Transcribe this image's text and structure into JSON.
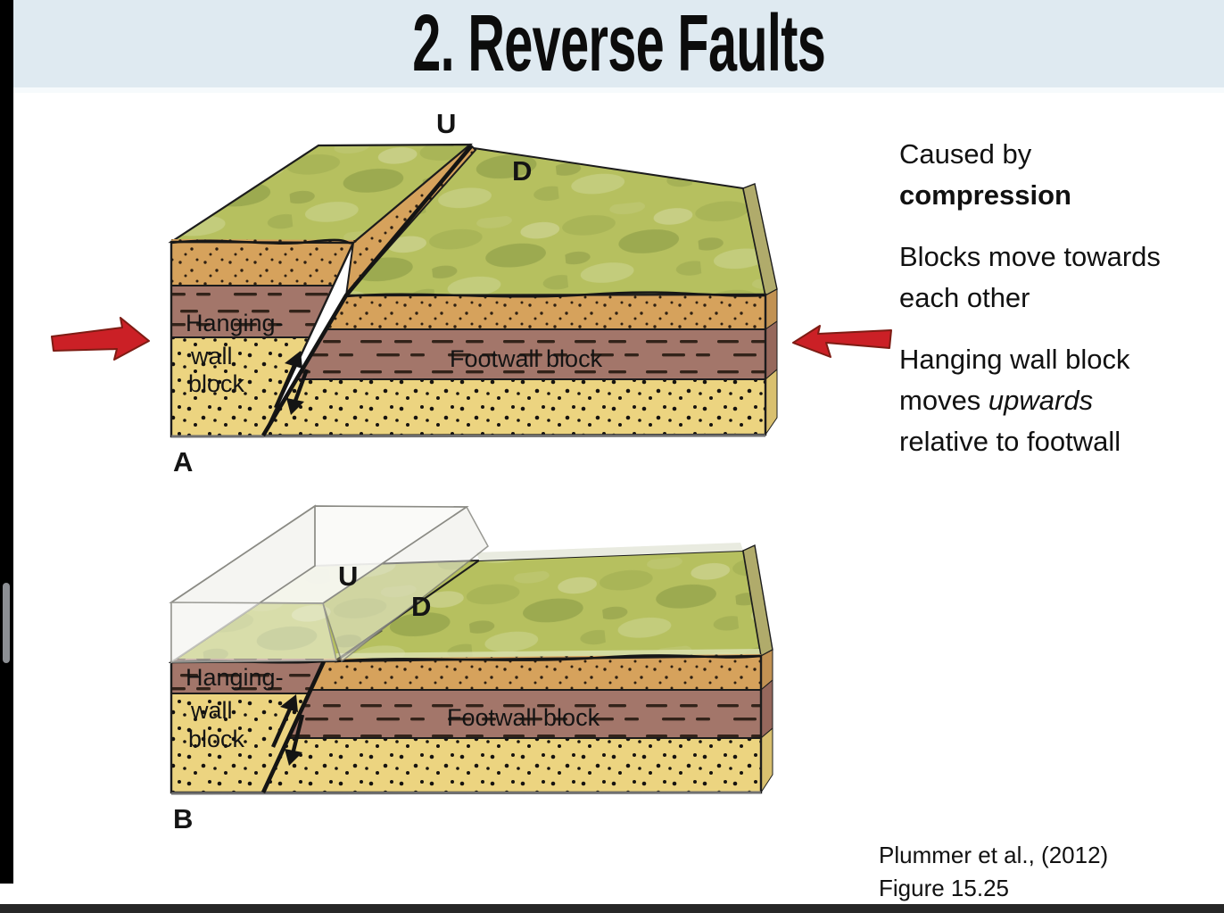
{
  "slide": {
    "title": "2. Reverse Faults",
    "citation": [
      "Plummer et al., (2012)",
      "Figure 15.25"
    ]
  },
  "notes": {
    "para1_line1": "Caused by",
    "para1_line2": "compression",
    "para2_line1": "Blocks move towards",
    "para2_line2": "each other",
    "para3_line1": "Hanging wall block",
    "para3_line2_pre": "moves ",
    "para3_line2_italic": "upwards",
    "para3_line3": "relative to footwall"
  },
  "diagram_a": {
    "panel_label": "A",
    "marker_up": "U",
    "marker_down": "D",
    "hanging_label": [
      "Hanging-",
      "wall",
      "block"
    ],
    "footwall_label": "Footwall block"
  },
  "diagram_b": {
    "panel_label": "B",
    "marker_up": "U",
    "marker_down": "D",
    "hanging_label": [
      "Hanging-",
      "wall",
      "block"
    ],
    "footwall_label": "Footwall block"
  },
  "colors": {
    "title_bar": "#dfeaf1",
    "arrow_red": "#cb2026",
    "arrow_red_outline": "#7e1c14",
    "grass_green": "#b6c05f",
    "sand_orange": "#d6a25c",
    "shale_brown": "#a3766a",
    "sand_yellow": "#ecd480",
    "fault_black": "#141414"
  }
}
